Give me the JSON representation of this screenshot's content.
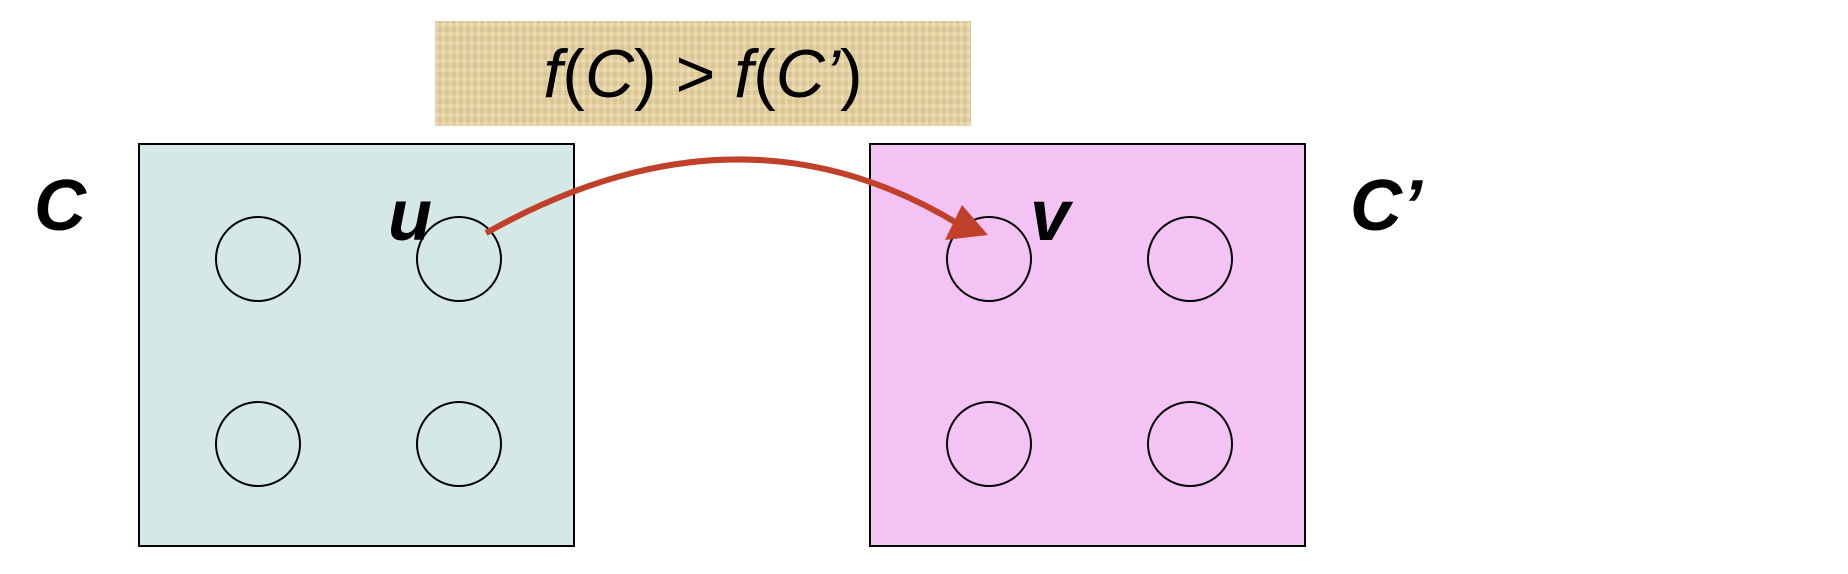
{
  "formula": {
    "f1": "f",
    "open1": "(",
    "c1": "C",
    "close1": ") > ",
    "f2": "f",
    "open2": "(",
    "c2": "C’",
    "close2": ")"
  },
  "clusters": {
    "left": {
      "label": "C",
      "color": "#d5e8e8",
      "node_label": "u"
    },
    "right": {
      "label": "C’",
      "color": "#f3c3f3",
      "node_label": "v"
    }
  },
  "edge_color": "#c0402a"
}
